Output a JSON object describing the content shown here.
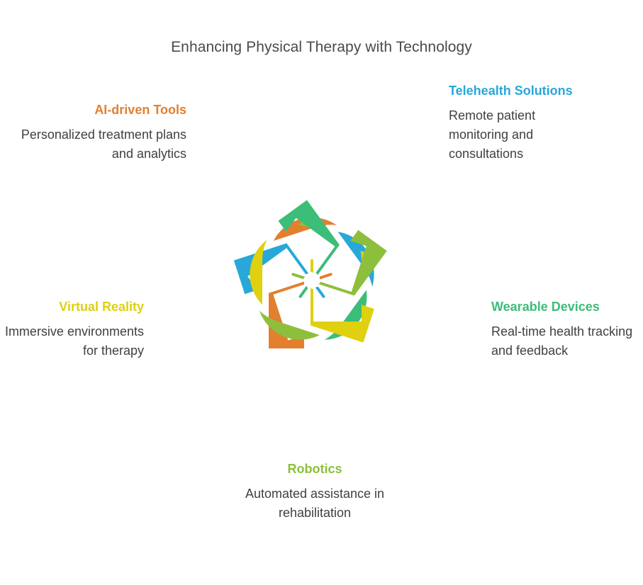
{
  "header": {
    "title": "Enhancing Physical Therapy with Technology"
  },
  "colors": {
    "background": "#ffffff",
    "title_text": "#4a4a4a",
    "body_text": "#404040",
    "orange": "#E2802F",
    "blue": "#28A8D8",
    "yellow": "#DFD010",
    "teal_green": "#3CBD78",
    "leaf_green": "#8DBF3C"
  },
  "diagram": {
    "type": "five-fold-interlocking-knot",
    "ribbon_count": 5,
    "nodes": [
      {
        "id": "ai-driven-tools",
        "heading": "AI-driven Tools",
        "description": "Personalized treatment plans and analytics",
        "color": "#E2802F",
        "position": "upper-left"
      },
      {
        "id": "telehealth-solutions",
        "heading": "Telehealth Solutions",
        "description": "Remote patient monitoring and consultations",
        "color": "#28A8D8",
        "position": "upper-right"
      },
      {
        "id": "virtual-reality",
        "heading": "Virtual Reality",
        "description": "Immersive environments for therapy",
        "color": "#DFD010",
        "position": "mid-left"
      },
      {
        "id": "wearable-devices",
        "heading": "Wearable Devices",
        "description": "Real-time health tracking and feedback",
        "color": "#3CBD78",
        "position": "mid-right"
      },
      {
        "id": "robotics",
        "heading": "Robotics",
        "description": "Automated assistance in rehabilitation",
        "color": "#8DBF3C",
        "position": "bottom-center"
      }
    ]
  }
}
